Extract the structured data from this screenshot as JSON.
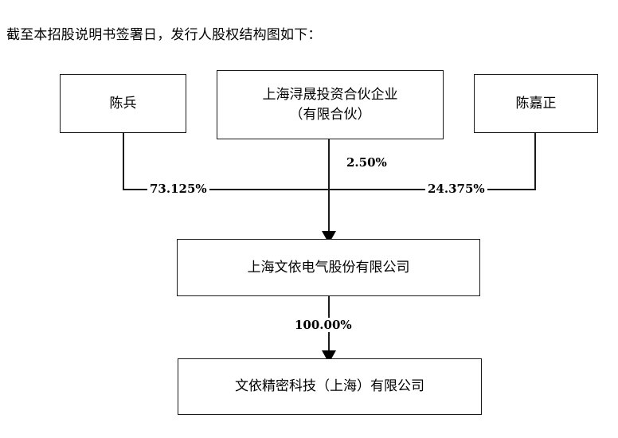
{
  "document": {
    "intro_paragraph": "截至本招股说明书签署日，发行人股权结构图如下："
  },
  "chart_data": {
    "type": "diagram",
    "title": "发行人股权结构图",
    "nodes": [
      {
        "id": "chenbing",
        "label": "陈兵",
        "level": 1
      },
      {
        "id": "xunsheng",
        "label": "上海浔晟投资合伙企业\n（有限合伙）",
        "level": 1
      },
      {
        "id": "chenjiazheng",
        "label": "陈嘉正",
        "level": 1
      },
      {
        "id": "wenyi",
        "label": "上海文依电气股份有限公司",
        "level": 2
      },
      {
        "id": "jingmi",
        "label": "文依精密科技（上海）有限公司",
        "level": 3
      }
    ],
    "edges": [
      {
        "from": "chenbing",
        "to": "wenyi",
        "label": "73.125%"
      },
      {
        "from": "xunsheng",
        "to": "wenyi",
        "label": "2.50%"
      },
      {
        "from": "chenjiazheng",
        "to": "wenyi",
        "label": "24.375%"
      },
      {
        "from": "wenyi",
        "to": "jingmi",
        "label": "100.00%"
      }
    ],
    "colors": {
      "line": "#1a1a1a",
      "box_border": "#1a1a1a",
      "background": "#ffffff",
      "text": "#000000"
    }
  }
}
